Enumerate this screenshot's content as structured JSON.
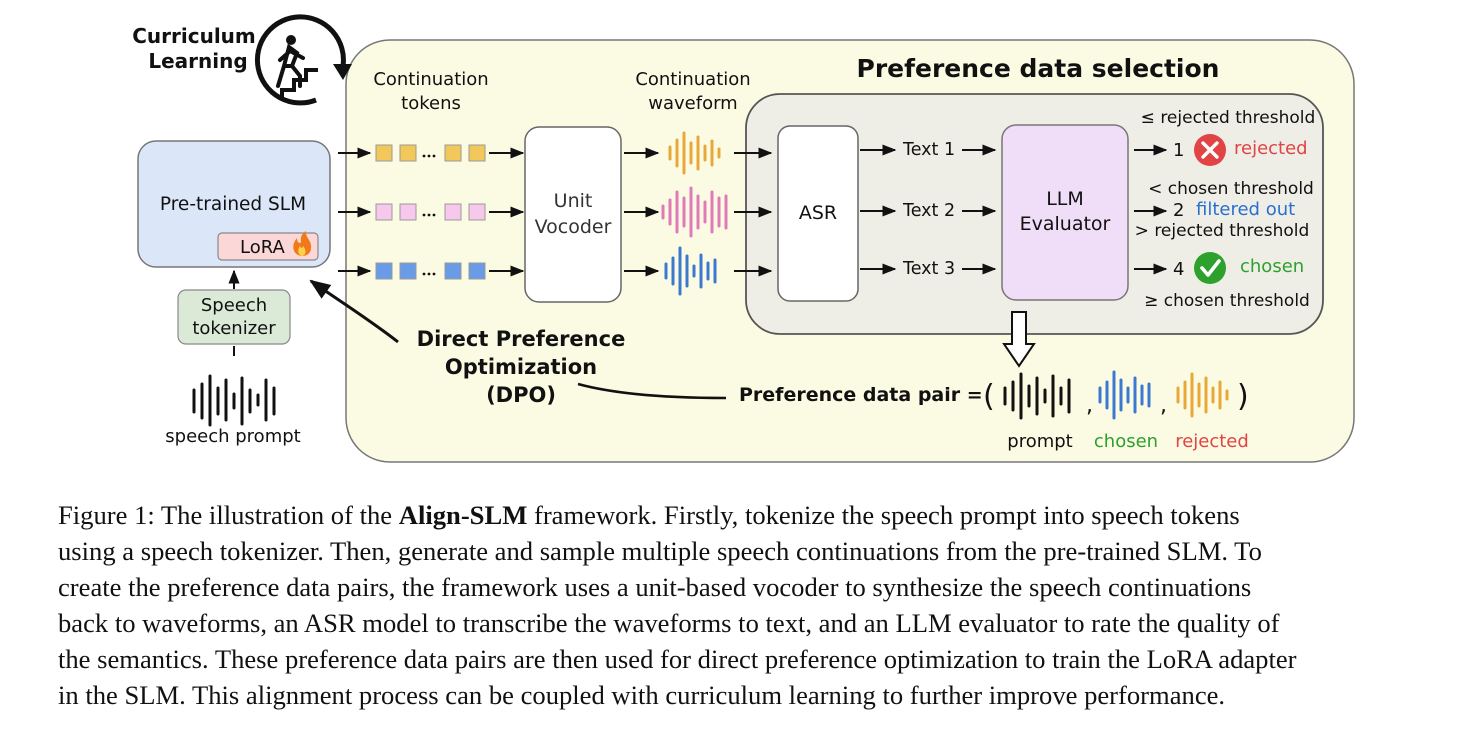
{
  "diagram": {
    "curriculum_label": [
      "Curriculum",
      "Learning"
    ],
    "pretrained_slm": "Pre-trained SLM",
    "lora": "LoRA",
    "speech_tokenizer": [
      "Speech",
      "tokenizer"
    ],
    "speech_prompt": "speech prompt",
    "continuation_tokens": [
      "Continuation",
      "tokens"
    ],
    "continuation_waveform": [
      "Continuation",
      "waveform"
    ],
    "unit_vocoder": [
      "Unit",
      "Vocoder"
    ],
    "preference_title": "Preference data selection",
    "asr": "ASR",
    "texts": [
      "Text 1",
      "Text 2",
      "Text 3"
    ],
    "llm_evaluator": [
      "LLM",
      "Evaluator"
    ],
    "scores": [
      "1",
      "2",
      "4"
    ],
    "outcomes": {
      "rejected": "rejected",
      "filtered": "filtered out",
      "chosen": "chosen"
    },
    "thresholds": {
      "le_rejected": "≤ rejected threshold",
      "lt_chosen": "< chosen threshold",
      "gt_rejected": "> rejected threshold",
      "ge_chosen": "≥ chosen threshold"
    },
    "dpo": [
      "Direct Preference",
      "Optimization",
      "(DPO)"
    ],
    "pair_label": "Preference data pair =",
    "pair_items": [
      "prompt",
      "chosen",
      "rejected"
    ],
    "colors": {
      "panel_bg": "#fbfbe3",
      "slm_bg": "#dbe7f8",
      "lora_bg": "#fbd7d7",
      "tokenizer_bg": "#dbe9d7",
      "selection_bg": "#eeeee6",
      "llm_bg": "#f0ddf8",
      "yellow": "#e8a838",
      "pink": "#e07ab8",
      "blue": "#3c78d0",
      "red": "#e04444",
      "green": "#2ea02e",
      "link_blue": "#2a6fcf"
    }
  },
  "caption": {
    "lines": [
      [
        "Figure 1: The illustration of the ",
        "Align-SLM",
        " framework. Firstly, tokenize the speech prompt into speech tokens"
      ],
      "using a speech tokenizer. Then, generate and sample multiple speech continuations from the pre-trained SLM. To",
      "create the preference data pairs, the framework uses a unit-based vocoder to synthesize the speech continuations",
      "back to waveforms, an ASR model to transcribe the waveforms to text, and an LLM evaluator to rate the quality of",
      "the semantics. These preference data pairs are then used for direct preference optimization to train the LoRA adapter",
      "in the SLM. This alignment process can be coupled with curriculum learning to further improve performance."
    ]
  }
}
